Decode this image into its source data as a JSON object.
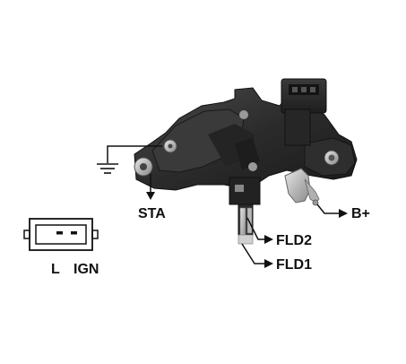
{
  "diagram": {
    "terminals": {
      "sta": "STA",
      "b_plus": "B+",
      "fld2": "FLD2",
      "fld1": "FLD1"
    },
    "connector": {
      "pin_l": "L",
      "pin_ign": "IGN"
    },
    "symbols": {
      "ground": "ground-icon",
      "arrow": "arrow-icon"
    },
    "colors": {
      "line": "#111111",
      "body": "#2a2a2a"
    }
  }
}
